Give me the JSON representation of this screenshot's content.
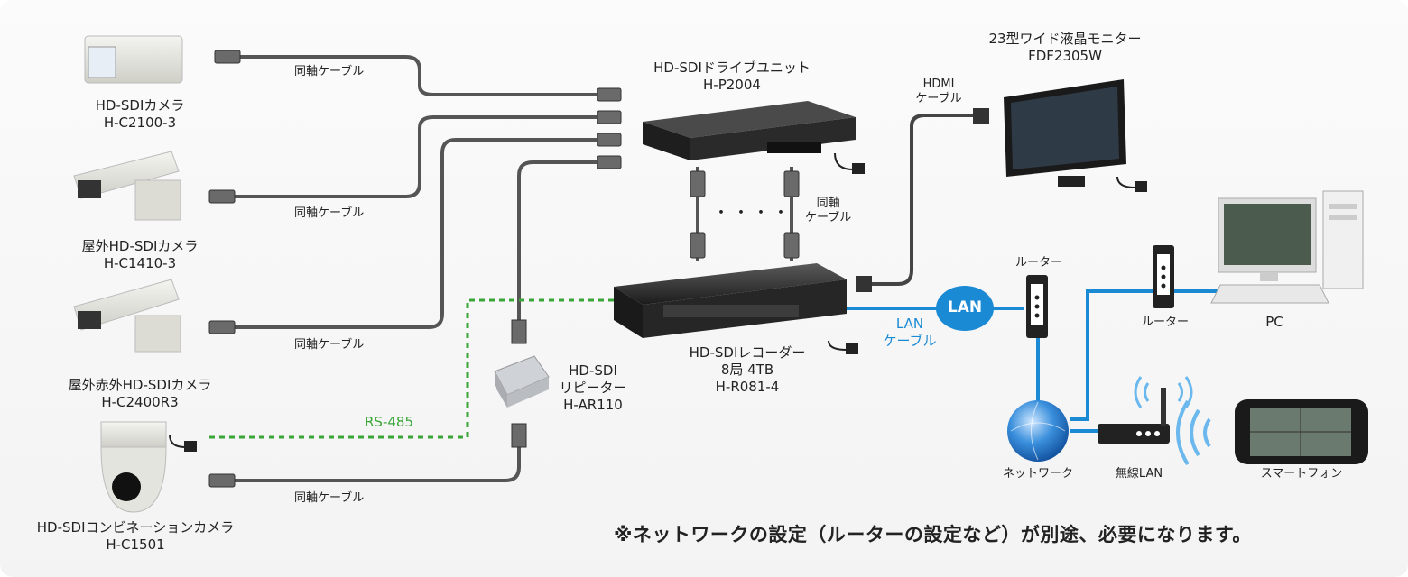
{
  "cameras": [
    {
      "name": "HD-SDIカメラ",
      "model": "H-C2100-3",
      "cable": "同軸ケーブル"
    },
    {
      "name": "屋外HD-SDIカメラ",
      "model": "H-C1410-3",
      "cable": "同軸ケーブル"
    },
    {
      "name": "屋外赤外HD-SDIカメラ",
      "model": "H-C2400R3",
      "cable": "同軸ケーブル"
    },
    {
      "name": "HD-SDIコンビネーションカメラ",
      "model": "H-C1501",
      "cable": "同軸ケーブル"
    }
  ],
  "drive_unit": {
    "name": "HD-SDIドライブユニット",
    "model": "H-P2004"
  },
  "coax_center": {
    "line1": "同軸",
    "line2": "ケーブル",
    "dots": "・・・・"
  },
  "recorder": {
    "name": "HD-SDIレコーダー",
    "spec": "8局 4TB",
    "model": "H-R081-4"
  },
  "repeater": {
    "line1": "HD-SDI",
    "line2": "リピーター",
    "model": "H-AR110"
  },
  "rs485": "RS-485",
  "monitor": {
    "name": "23型ワイド液晶モニター",
    "model": "FDF2305W"
  },
  "hdmi": {
    "line1": "HDMI",
    "line2": "ケーブル"
  },
  "lan_badge": "LAN",
  "lan_cable": {
    "line1": "LAN",
    "line2": "ケーブル"
  },
  "router_top": "ルーター",
  "router_right": "ルーター",
  "pc": "PC",
  "network": "ネットワーク",
  "wireless": "無線LAN",
  "smartphone": "スマートフォン",
  "note": "※ネットワークの設定（ルーターの設定など）が別途、必要になります。",
  "colors": {
    "coax": "#555555",
    "lan": "#1a8ad4",
    "rs485": "#3aa637"
  }
}
